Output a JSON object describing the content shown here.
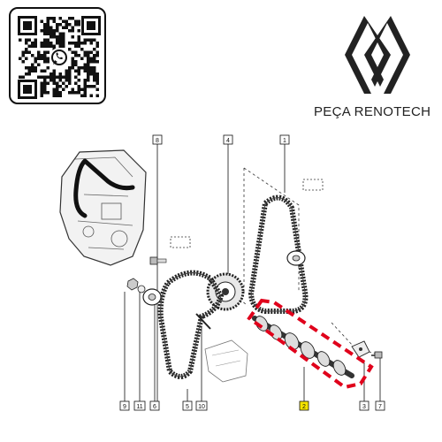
{
  "brand": {
    "name": "PEÇA RENOTECH",
    "logo_icon": "renault-diamond-logo-icon",
    "qr_icon": "qr-code-icon",
    "qr_center_icon": "whatsapp-icon"
  },
  "diagram": {
    "callouts": {
      "c1": "1",
      "c2": "2",
      "c3": "3",
      "c4": "4",
      "c5": "5",
      "c6": "6",
      "c7": "7",
      "c8": "8",
      "c9": "9",
      "c10": "10",
      "c11": "11"
    },
    "highlight_color": "#e0001b",
    "selected_callout_color": "#f5e400",
    "engine_belt_color": "#111111"
  }
}
